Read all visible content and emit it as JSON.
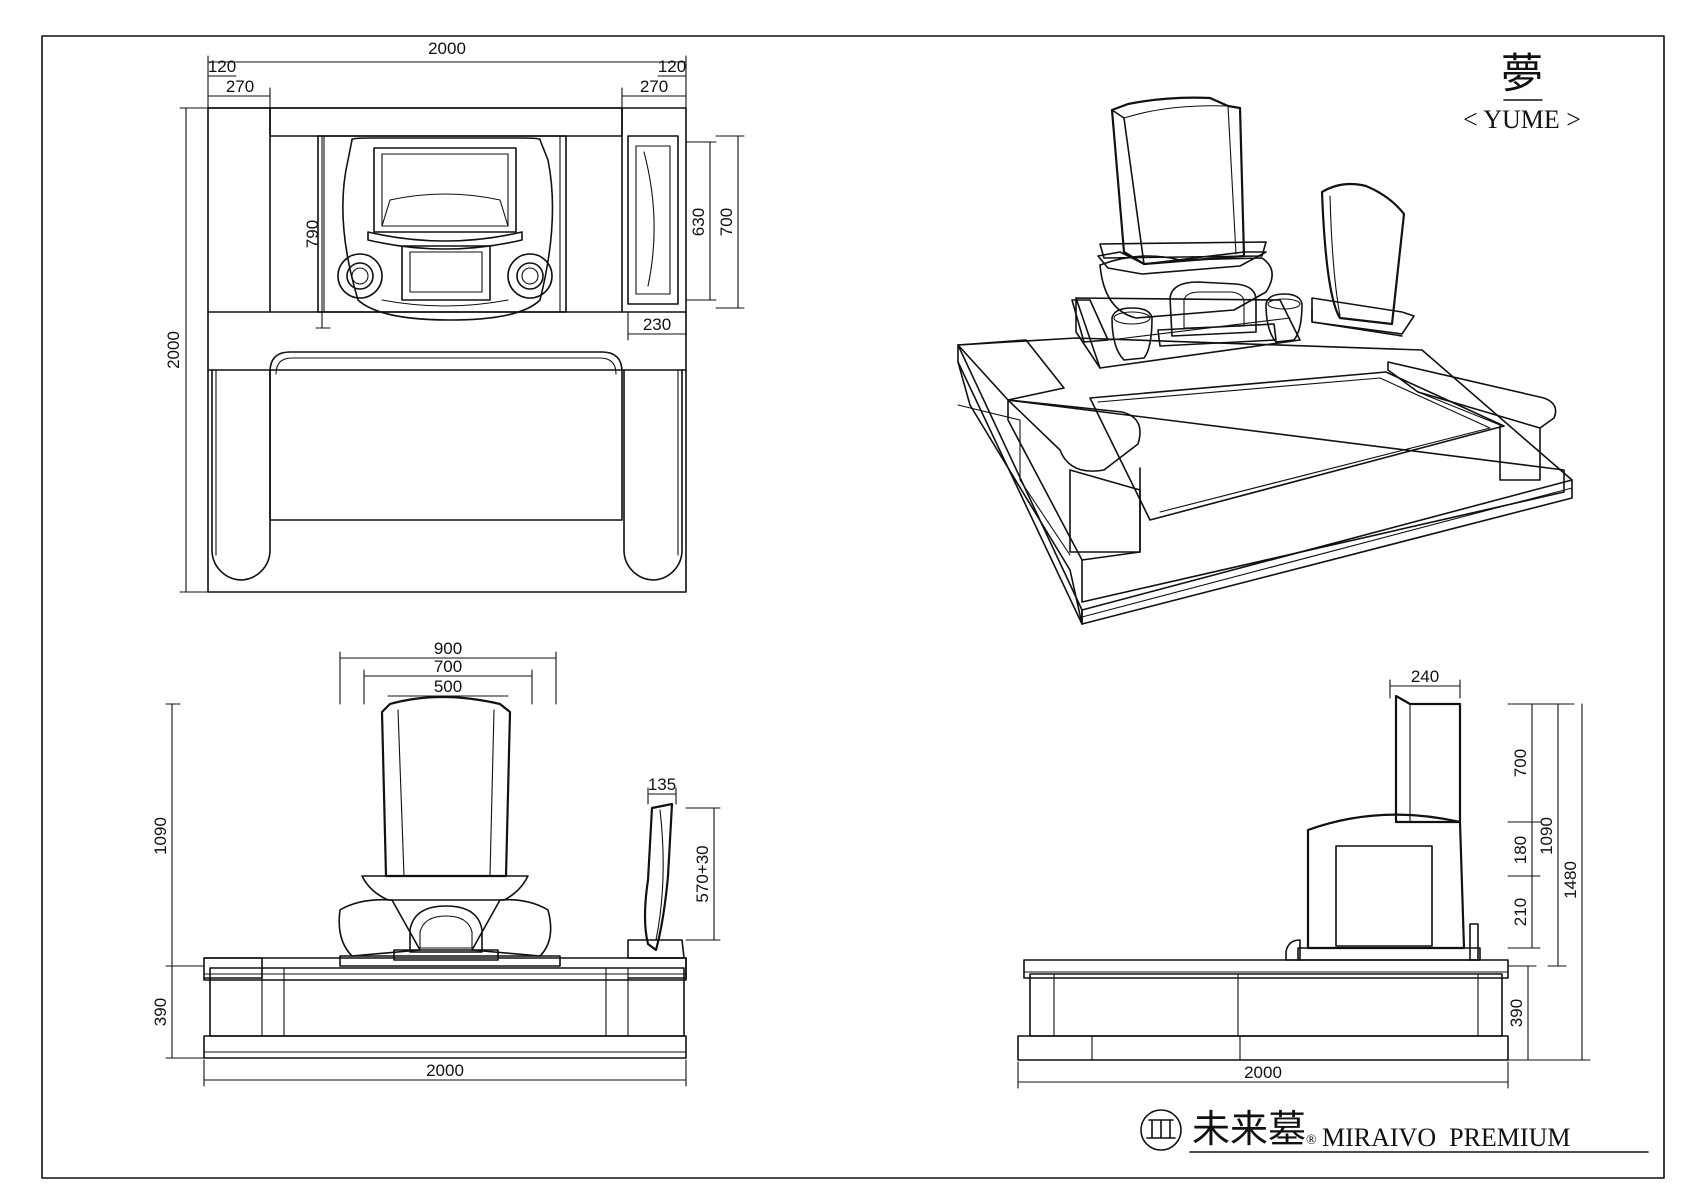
{
  "title": {
    "kanji": "夢",
    "romaji": "< YUME >"
  },
  "brand": {
    "kanji": "未来墓",
    "reg": "®",
    "name": "MIRAIVO  PREMIUM"
  },
  "plan": {
    "width": "2000",
    "depth": "2000",
    "left_120": "120",
    "left_270": "270",
    "right_120": "120",
    "right_270": "270",
    "d790": "790",
    "d630": "630",
    "d700": "700",
    "d230": "230"
  },
  "front": {
    "w900": "900",
    "w700": "700",
    "w500": "500",
    "h1090": "1090",
    "h390": "390",
    "w135": "135",
    "h570": "570+30",
    "base": "2000"
  },
  "side": {
    "w240": "240",
    "h700": "700",
    "h1090": "1090",
    "h1480": "1480",
    "h180": "180",
    "h210": "210",
    "h390": "390",
    "base": "2000"
  }
}
